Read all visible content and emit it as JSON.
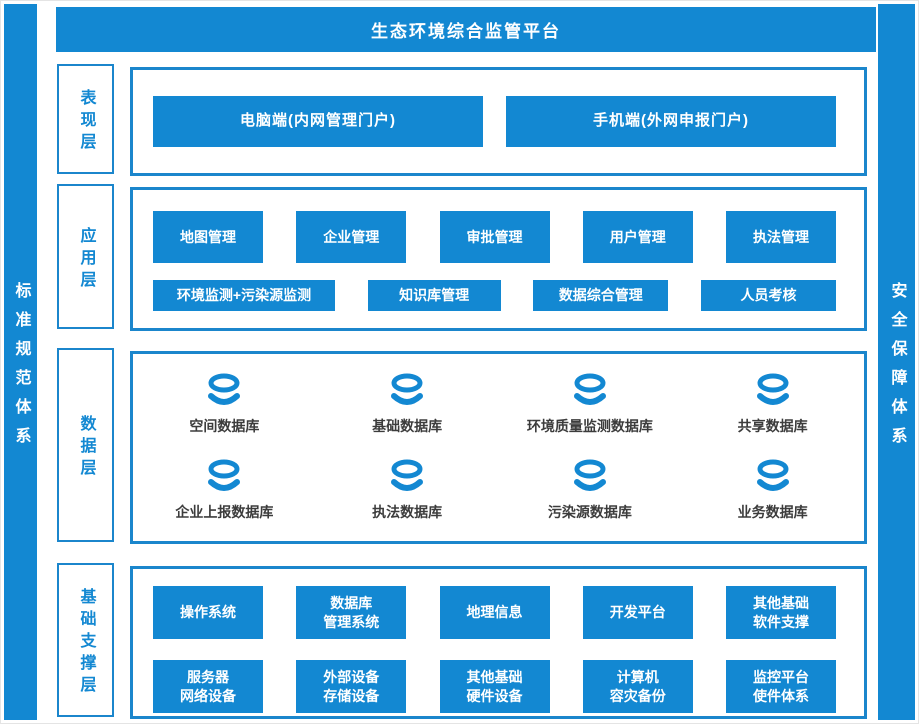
{
  "colors": {
    "primary_blue": "#1388d2",
    "data_label_text": "#3c3c3c"
  },
  "header": {
    "title": "生态环境综合监管平台"
  },
  "sidebars": {
    "left": "标准规范体系",
    "right": "安全保障体系"
  },
  "layers": {
    "presentation": {
      "label": "表现层",
      "items": [
        "电脑端(内网管理门户)",
        "手机端(外网申报门户)"
      ]
    },
    "application": {
      "label": "应用层",
      "row1": [
        "地图管理",
        "企业管理",
        "审批管理",
        "用户管理",
        "执法管理"
      ],
      "row2": [
        "环境监测+污染源监测",
        "知识库管理",
        "数据综合管理",
        "人员考核"
      ]
    },
    "data": {
      "label": "数据层",
      "icon": "database-icon",
      "row1": [
        "空间数据库",
        "基础数据库",
        "环境质量监测数据库",
        "共享数据库"
      ],
      "row2": [
        "企业上报数据库",
        "执法数据库",
        "污染源数据库",
        "业务数据库"
      ]
    },
    "infrastructure": {
      "label": "基础支撑层",
      "row1": [
        "操作系统",
        "数据库\n管理系统",
        "地理信息",
        "开发平台",
        "其他基础\n软件支撑"
      ],
      "row2": [
        "服务器\n网络设备",
        "外部设备\n存储设备",
        "其他基础\n硬件设备",
        "计算机\n容灾备份",
        "监控平台\n使件体系"
      ]
    }
  }
}
